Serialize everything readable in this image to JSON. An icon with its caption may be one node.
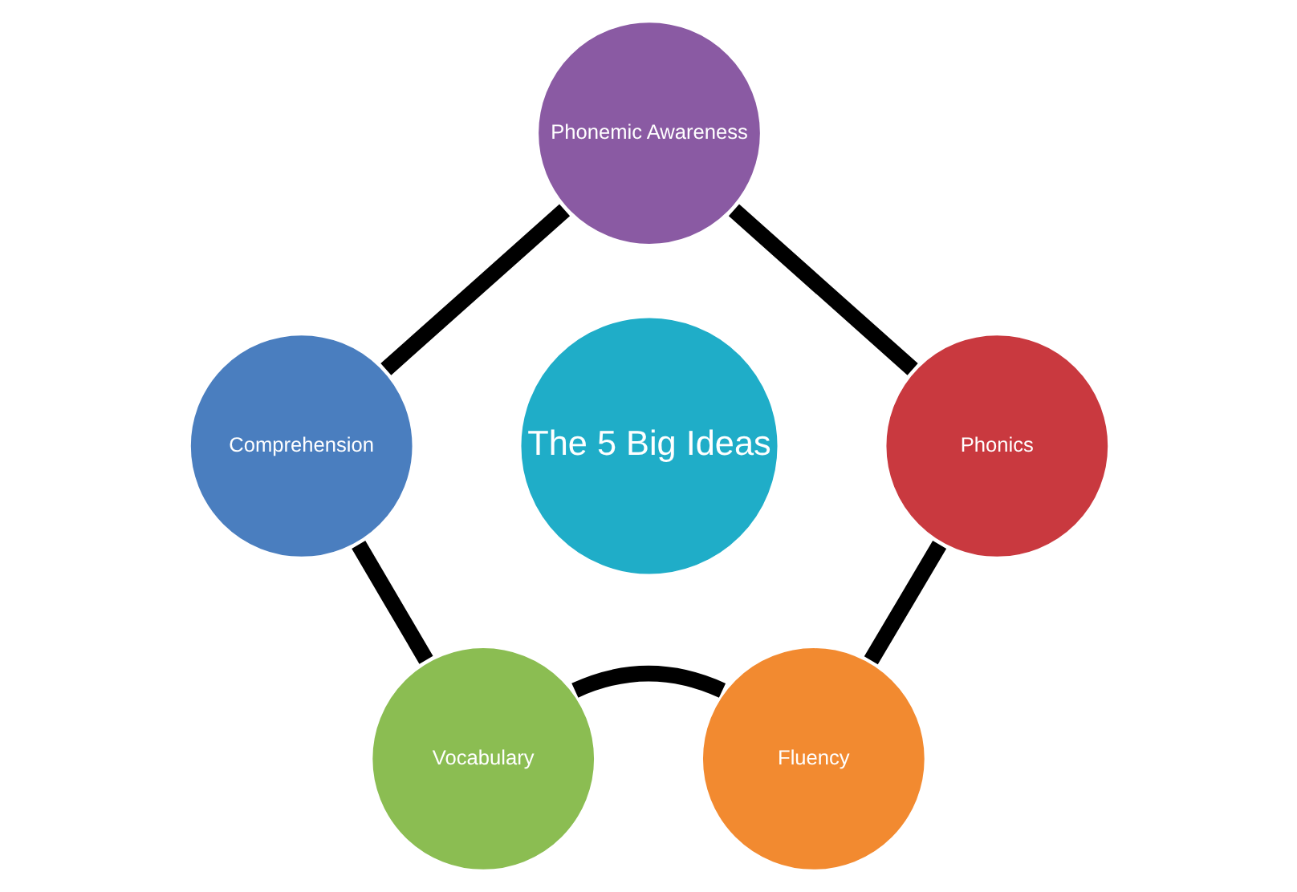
{
  "diagram": {
    "nodes": [
      {
        "text": [
          "Phonemic Awareness"
        ]
      },
      {
        "text": [
          "Comprehension"
        ]
      },
      {
        "text": [
          "The 5 Big Ideas"
        ]
      },
      {
        "text": [
          "Phonics"
        ]
      },
      {
        "text": [
          "Vocabulary"
        ]
      },
      {
        "text": [
          "Fluency"
        ]
      }
    ],
    "edges": [
      {
        "from": 0,
        "to": 3,
        "arrow": "none"
      },
      {
        "from": 3,
        "to": 5,
        "arrow": "none"
      },
      {
        "from": 5,
        "to": 4,
        "arrow": "none"
      },
      {
        "from": 4,
        "to": 1,
        "arrow": "none"
      },
      {
        "from": 1,
        "to": 0,
        "arrow": "none"
      }
    ]
  }
}
